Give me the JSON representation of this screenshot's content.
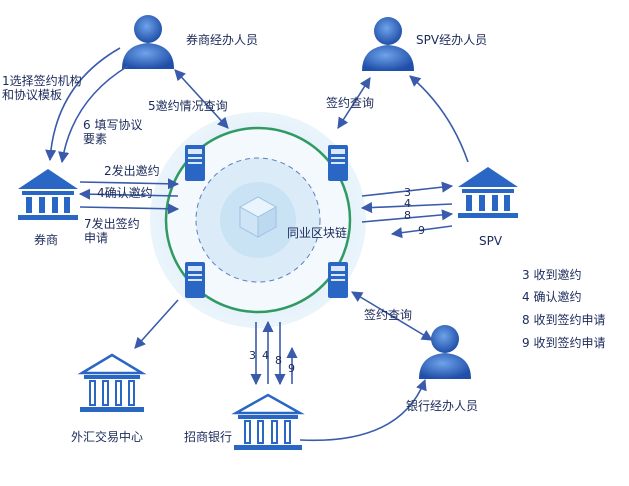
{
  "nodes": {
    "broker_staff": "券商经办人员",
    "spv_staff": "SPV经办人员",
    "broker": "券商",
    "spv": "SPV",
    "fx_center": "外汇交易中心",
    "bank": "招商银行",
    "bank_staff": "银行经办人员",
    "blockchain": "同业区块链"
  },
  "edges": {
    "select_contract": "1选择签约机构和协议模板",
    "fill_elements": "6 填写协议要素",
    "send_invite": "2发出邀约",
    "confirm_invite": "4确认邀约",
    "send_sign_req": "7发出签约申请",
    "invite_query": "5邀约情况查询",
    "spv_sign_query": "签约查询",
    "bank_sign_query": "签约查询",
    "spv_nums": [
      "3",
      "4",
      "8",
      "9"
    ],
    "bank_nums": [
      "3",
      "4",
      "8",
      "9"
    ]
  },
  "legend": [
    "3  收到邀约",
    "4  确认邀约",
    "8  收到签约申请",
    "9  收到签约申请"
  ],
  "colors": {
    "arrow": "#3a5bab",
    "icon": "#2a66c4",
    "ring": "#2f9b63",
    "disc": "#d8eaf7"
  }
}
